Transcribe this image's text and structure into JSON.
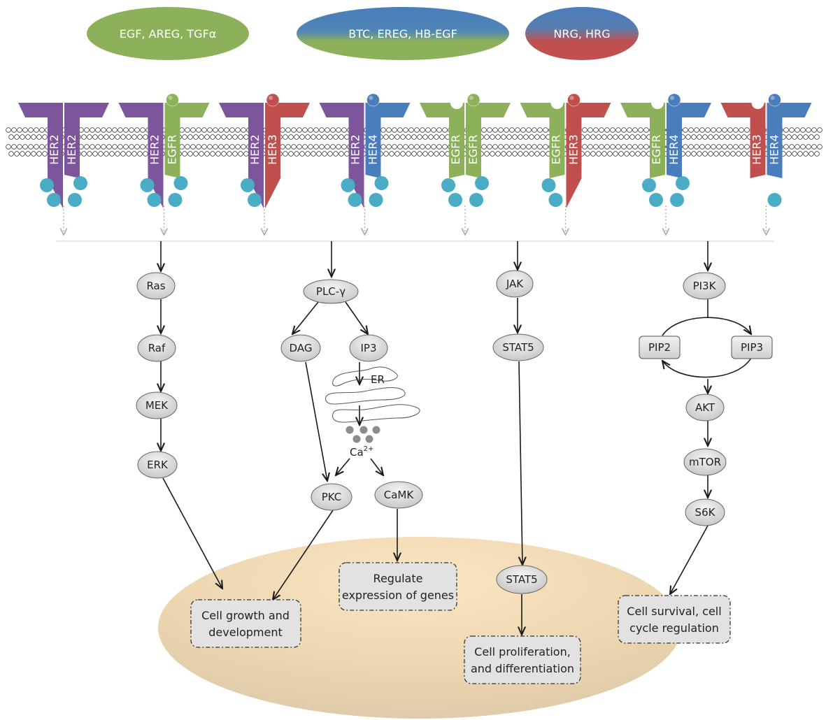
{
  "ligands": [
    {
      "label": "EGF, AREG, TGFα"
    },
    {
      "label": "BTC, EREG, HB-EGF"
    },
    {
      "label": "NRG, HRG"
    }
  ],
  "dimers": [
    {
      "left": "HER2",
      "right": "HER2"
    },
    {
      "left": "HER2",
      "right": "EGFR"
    },
    {
      "left": "HER2",
      "right": "HER3"
    },
    {
      "left": "HER2",
      "right": "HER4"
    },
    {
      "left": "EGFR",
      "right": "EGFR"
    },
    {
      "left": "EGFR",
      "right": "HER3"
    },
    {
      "left": "EGFR",
      "right": "HER4"
    },
    {
      "left": "HER3",
      "right": "HER4"
    }
  ],
  "receptor_colors": {
    "HER2": "#7d559b",
    "EGFR": "#8db15b",
    "HER3": "#c0504d",
    "HER4": "#4a7dbb",
    "phospho": "#4bacc6",
    "ligand_green": "#8db15b",
    "ligand_blue": "#4a7dbb",
    "ligand_red": "#c0504d"
  },
  "pathways": {
    "mapk": {
      "ras": "Ras",
      "raf": "Raf",
      "mek": "MEK",
      "erk": "ERK"
    },
    "plc": {
      "plc": "PLC-γ",
      "dag": "DAG",
      "ip3": "IP3",
      "er": "ER",
      "ca": "Ca",
      "ca_sup": "2+",
      "pkc": "PKC",
      "camk": "CaMK"
    },
    "jak": {
      "jak": "JAK",
      "stat5": "STAT5",
      "stat5_nuc": "STAT5"
    },
    "pi3k": {
      "pi3k": "PI3K",
      "pip2": "PIP2",
      "pip3": "PIP3",
      "akt": "AKT",
      "mtor": "mTOR",
      "s6k": "S6K"
    }
  },
  "outcomes": {
    "growth": [
      "Cell growth and",
      "development"
    ],
    "genes": [
      "Regulate",
      "expression of genes"
    ],
    "prolif": [
      "Cell proliferation,",
      "and differentiation"
    ],
    "survival": [
      "Cell survival, cell",
      "cycle regulation"
    ]
  }
}
